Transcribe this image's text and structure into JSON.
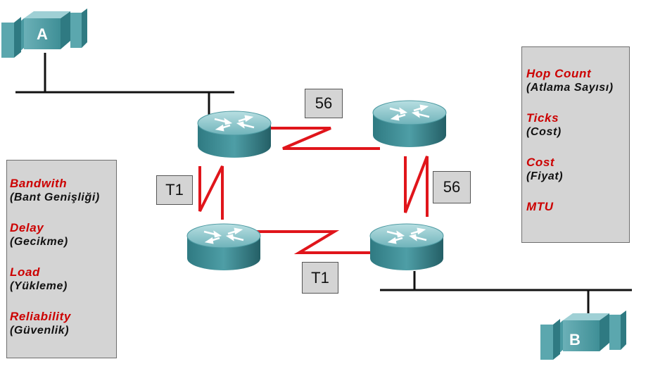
{
  "hosts": {
    "a_label": "A",
    "b_label": "B"
  },
  "links": {
    "top": "56",
    "right": "56",
    "left": "T1",
    "bottom": "T1"
  },
  "metrics_left": [
    {
      "name": "Bandwith",
      "desc": "(Bant Genişliği)"
    },
    {
      "name": "Delay",
      "desc": "(Gecikme)"
    },
    {
      "name": "Load",
      "desc": "(Yükleme)"
    },
    {
      "name": "Reliability",
      "desc": "(Güvenlik)"
    }
  ],
  "metrics_right": [
    {
      "name": "Hop Count",
      "desc": "(Atlama Sayısı)"
    },
    {
      "name": "Ticks",
      "desc": "(Cost)"
    },
    {
      "name": "Cost",
      "desc": "(Fiyat)"
    },
    {
      "name": "MTU",
      "desc": ""
    }
  ],
  "colors": {
    "link_red": "#e0151b",
    "router_teal": "#3f8f96",
    "metric_red": "#cc0000",
    "box_gray": "#d4d4d4"
  }
}
